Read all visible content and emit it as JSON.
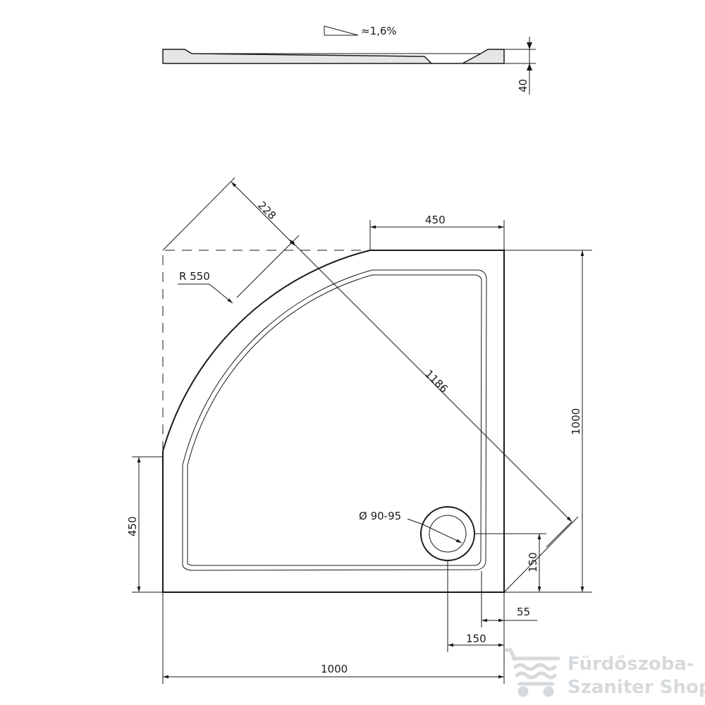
{
  "profile": {
    "slope_label": "≈1,6%",
    "height_label": "40"
  },
  "plan": {
    "radius_label": "R 550",
    "corner_offset_label": "228",
    "diagonal_label": "1186",
    "top_straight_label": "450",
    "height_label": "1000",
    "left_straight_label": "450",
    "drain_diameter_label": "Ø 90-95",
    "drain_from_bottom_label": "150",
    "drain_from_right_label": "150",
    "rim_width_label": "55",
    "width_label": "1000"
  },
  "watermark": {
    "line1": "Fürdőszoba-",
    "line2": "Szaniter Shop",
    "color": "#d6dadd"
  }
}
